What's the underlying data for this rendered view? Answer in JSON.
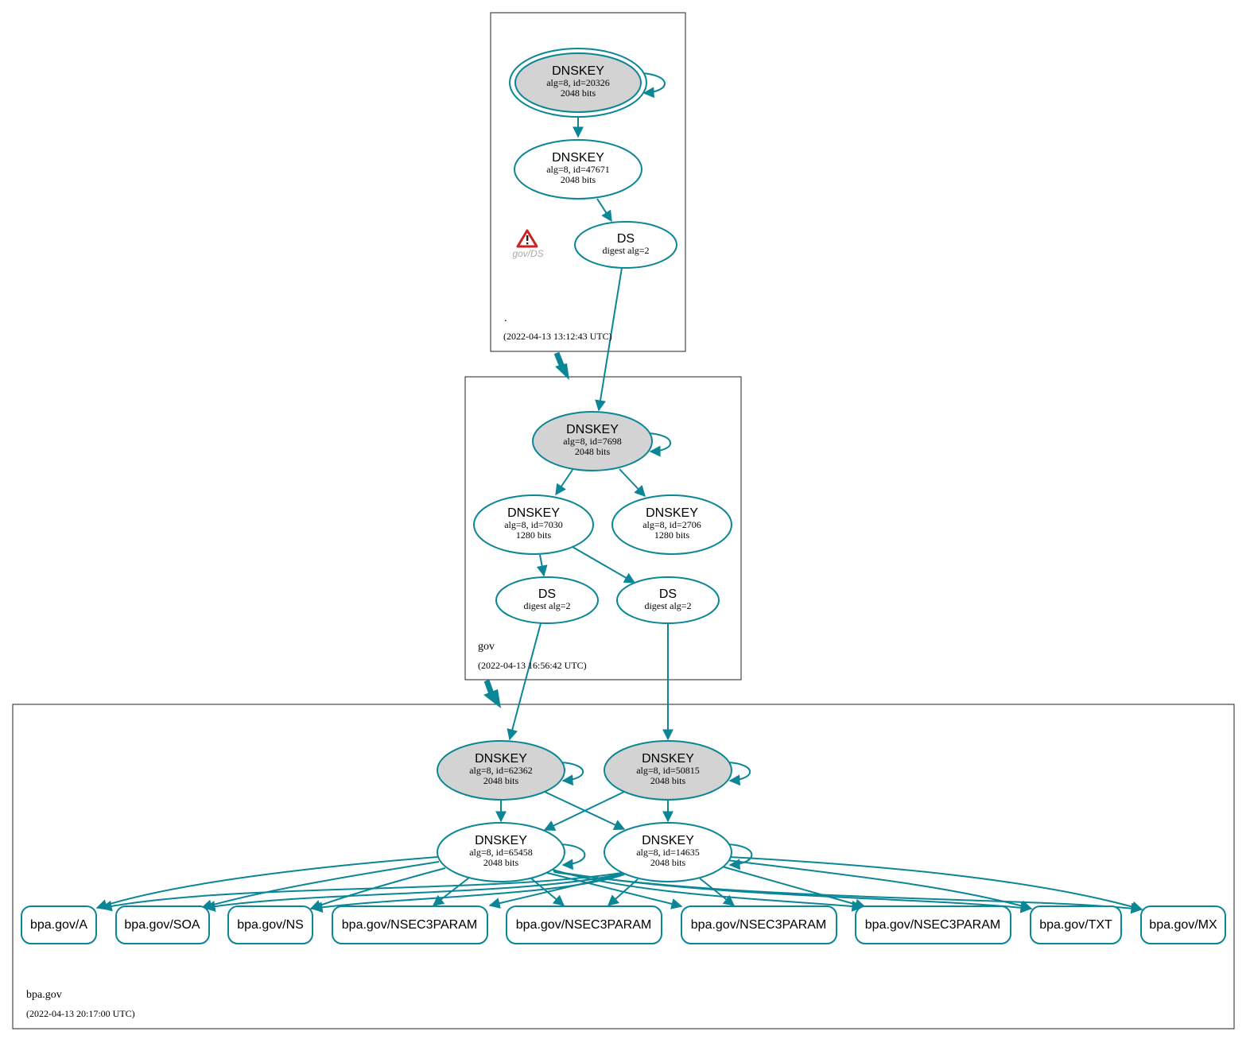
{
  "zones": {
    "root": {
      "name": ".",
      "timestamp": "(2022-04-13 13:12:43 UTC)",
      "warning_label": "gov/DS"
    },
    "gov": {
      "name": "gov",
      "timestamp": "(2022-04-13 16:56:42 UTC)"
    },
    "bpa": {
      "name": "bpa.gov",
      "timestamp": "(2022-04-13 20:17:00 UTC)"
    }
  },
  "nodes": {
    "root_ksk": {
      "type": "DNSKEY",
      "info": "alg=8, id=20326",
      "bits": "2048 bits"
    },
    "root_zsk": {
      "type": "DNSKEY",
      "info": "alg=8, id=47671",
      "bits": "2048 bits"
    },
    "root_ds": {
      "type": "DS",
      "info": "digest alg=2"
    },
    "gov_ksk": {
      "type": "DNSKEY",
      "info": "alg=8, id=7698",
      "bits": "2048 bits"
    },
    "gov_zsk1": {
      "type": "DNSKEY",
      "info": "alg=8, id=7030",
      "bits": "1280 bits"
    },
    "gov_zsk2": {
      "type": "DNSKEY",
      "info": "alg=8, id=2706",
      "bits": "1280 bits"
    },
    "gov_ds1": {
      "type": "DS",
      "info": "digest alg=2"
    },
    "gov_ds2": {
      "type": "DS",
      "info": "digest alg=2"
    },
    "bpa_ksk1": {
      "type": "DNSKEY",
      "info": "alg=8, id=62362",
      "bits": "2048 bits"
    },
    "bpa_ksk2": {
      "type": "DNSKEY",
      "info": "alg=8, id=50815",
      "bits": "2048 bits"
    },
    "bpa_zsk1": {
      "type": "DNSKEY",
      "info": "alg=8, id=65458",
      "bits": "2048 bits"
    },
    "bpa_zsk2": {
      "type": "DNSKEY",
      "info": "alg=8, id=14635",
      "bits": "2048 bits"
    }
  },
  "records": [
    "bpa.gov/A",
    "bpa.gov/SOA",
    "bpa.gov/NS",
    "bpa.gov/NSEC3PARAM",
    "bpa.gov/NSEC3PARAM",
    "bpa.gov/NSEC3PARAM",
    "bpa.gov/NSEC3PARAM",
    "bpa.gov/TXT",
    "bpa.gov/MX"
  ],
  "colors": {
    "edge": "#0a8696",
    "ksk_fill": "#d3d3d3",
    "warning": "#cc2222"
  },
  "icons": {
    "warning": "warning-triangle-icon"
  }
}
